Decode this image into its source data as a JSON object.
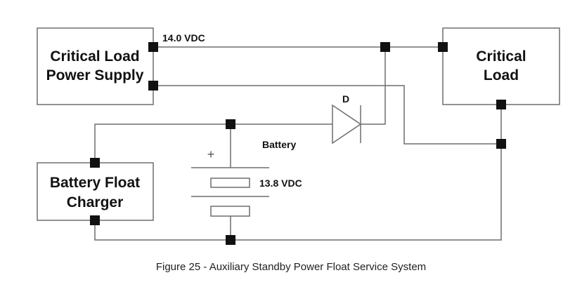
{
  "diagram": {
    "blocks": {
      "power_supply": [
        "Critical Load",
        "Power Supply"
      ],
      "critical_load": [
        "Critical",
        "Load"
      ],
      "charger": [
        "Battery Float",
        "Charger"
      ]
    },
    "labels": {
      "supply_voltage": "14.0 VDC",
      "diode": "D",
      "battery": "Battery",
      "battery_voltage": "13.8 VDC",
      "plus": "+"
    }
  },
  "caption": "Figure 25 - Auxiliary Standby Power Float Service System"
}
